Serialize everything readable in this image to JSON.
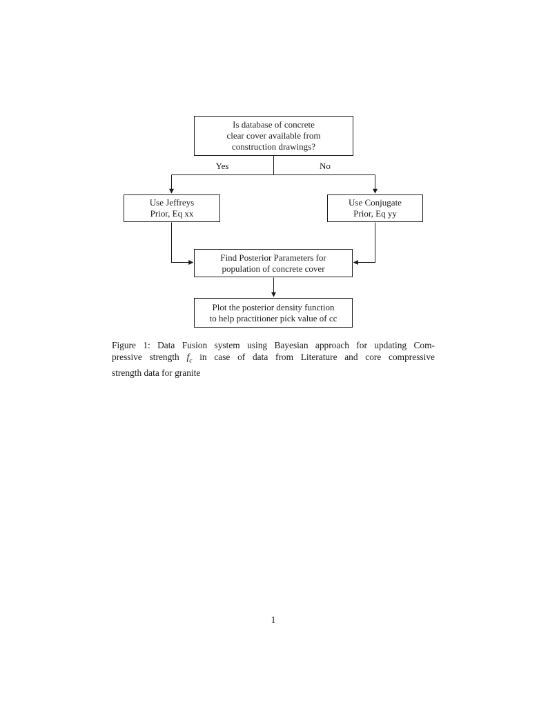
{
  "document": {
    "page_number": "1"
  },
  "flowchart": {
    "nodes": {
      "question": {
        "lines": [
          "Is database of concrete",
          "clear cover available from",
          "construction drawings?"
        ]
      },
      "jeffreys_prior": {
        "lines": [
          "Use Jeffreys",
          "Prior, Eq xx"
        ]
      },
      "conjugate_prior": {
        "lines": [
          "Use Conjugate",
          "Prior, Eq yy"
        ]
      },
      "find_posterior": {
        "lines": [
          "Find Posterior Parameters for",
          "population of concrete cover"
        ]
      },
      "plot_posterior": {
        "lines": [
          "Plot the posterior density function",
          "to help practitioner pick value of cc"
        ]
      }
    },
    "edges": [
      {
        "from": "question",
        "to": "jeffreys_prior",
        "label": "Yes"
      },
      {
        "from": "question",
        "to": "conjugate_prior",
        "label": "No"
      },
      {
        "from": "jeffreys_prior",
        "to": "find_posterior",
        "label": ""
      },
      {
        "from": "conjugate_prior",
        "to": "find_posterior",
        "label": ""
      },
      {
        "from": "find_posterior",
        "to": "plot_posterior",
        "label": ""
      }
    ],
    "colors": {
      "ink": "#1a1a1a",
      "paper": "#ffffff"
    }
  },
  "caption": {
    "line1": "Figure 1: Data Fusion system using Bayesian approach for updating Com-",
    "line2": {
      "pre": "pressive strength",
      "math_symbol": "f",
      "math_subscript": "c",
      "post": "in case of data from Literature and core compressive"
    },
    "line3": "strength data for granite"
  }
}
